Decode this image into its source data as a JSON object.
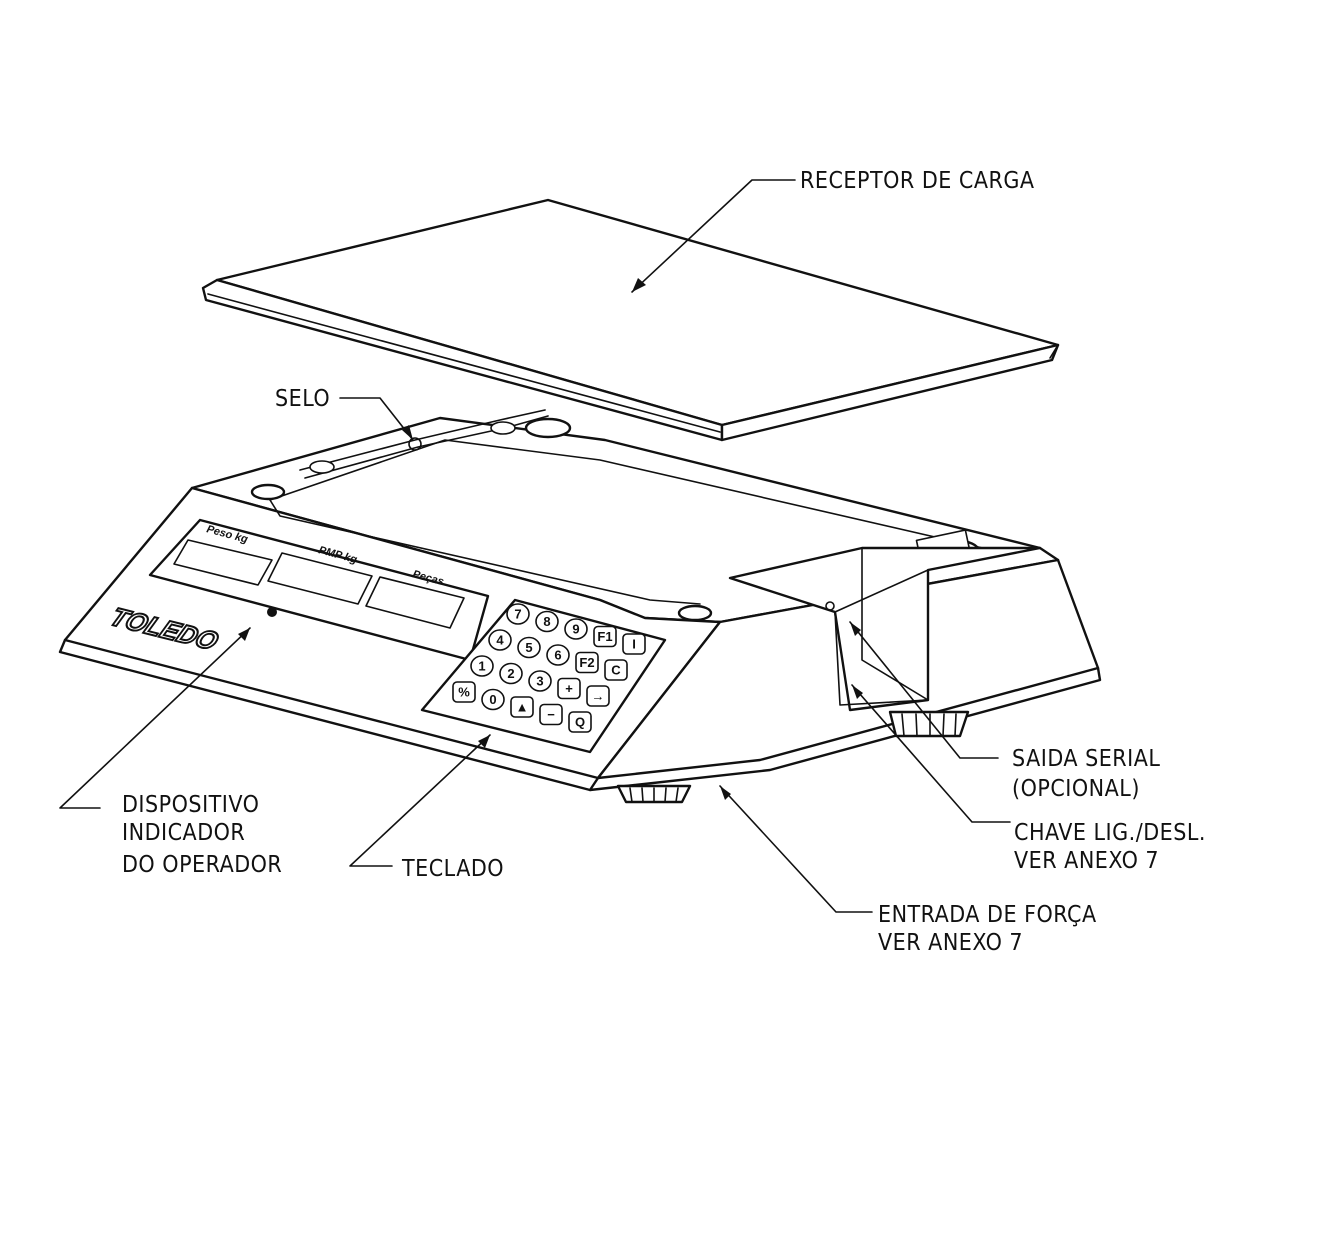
{
  "labels": {
    "receptor": "RECEPTOR DE CARGA",
    "selo": "SELO",
    "dispositivo_1": "DISPOSITIVO",
    "dispositivo_2": "INDICADOR",
    "dispositivo_3": "DO OPERADOR",
    "teclado": "TECLADO",
    "saida_1": "SAIDA SERIAL",
    "saida_2": "(OPCIONAL)",
    "chave_1": "CHAVE LIG./DESL.",
    "chave_2": "VER ANEXO 7",
    "entrada_1": "ENTRADA DE FORÇA",
    "entrada_2": "VER ANEXO 7"
  },
  "device": {
    "brand": "TOLEDO",
    "display_1": "Peso kg",
    "display_2": "PMP kg",
    "display_3": "Peças",
    "keys": [
      "7",
      "8",
      "9",
      "F1",
      "I",
      "4",
      "5",
      "6",
      "F2",
      "C",
      "1",
      "2",
      "3",
      "+",
      "→",
      "%",
      "0",
      "▲",
      "−",
      "Q"
    ]
  }
}
